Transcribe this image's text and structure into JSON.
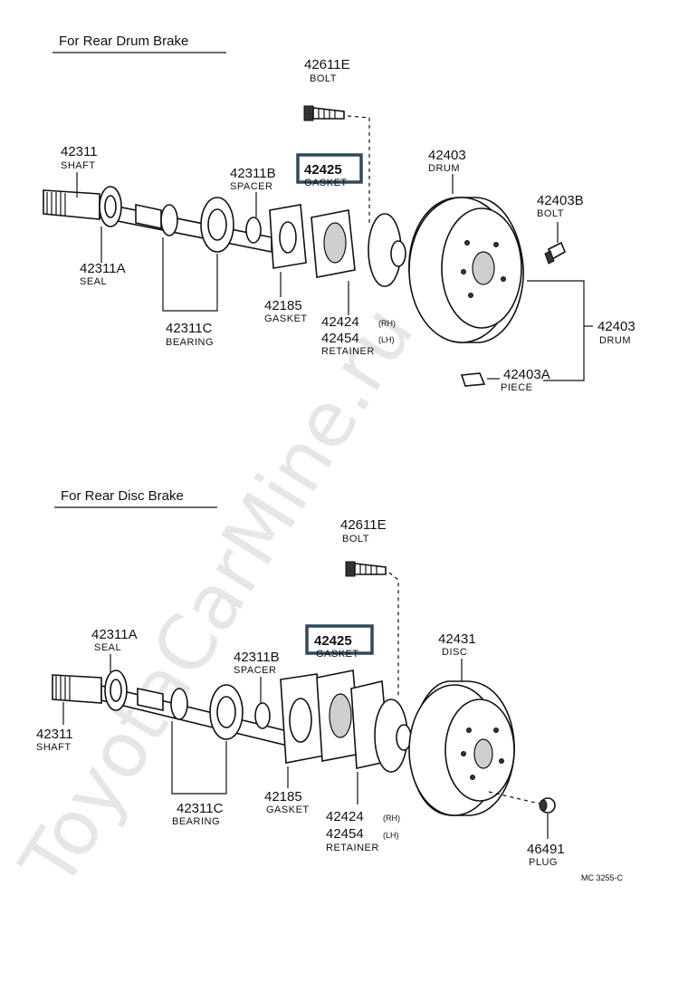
{
  "watermark": "ToyotaCarMine.ru",
  "figure_code": "MC 3255-C",
  "colors": {
    "highlight_box": "#2f4a5c",
    "ink": "#111111",
    "watermark": "#e6e6e6"
  },
  "drum_section": {
    "title": "For Rear Drum Brake",
    "callouts": {
      "bolt_top": {
        "number": "42611E",
        "name": "BOLT"
      },
      "shaft": {
        "number": "42311",
        "name": "SHAFT"
      },
      "spacer": {
        "number": "42311B",
        "name": "SPACER"
      },
      "gasket_hl": {
        "number": "42425",
        "name": "GASKET"
      },
      "drum_top": {
        "number": "42403",
        "name": "DRUM"
      },
      "bolt_right": {
        "number": "42403B",
        "name": "BOLT"
      },
      "seal": {
        "number": "42311A",
        "name": "SEAL"
      },
      "gasket": {
        "number": "42185",
        "name": "GASKET"
      },
      "retainer_rh": {
        "number": "42424",
        "side": "(RH)"
      },
      "retainer_lh": {
        "number": "42454",
        "side": "(LH)"
      },
      "retainer_name": "RETAINER",
      "bearing": {
        "number": "42311C",
        "name": "BEARING"
      },
      "drum_right": {
        "number": "42403",
        "name": "DRUM"
      },
      "piece": {
        "number": "42403A",
        "name": "PIECE"
      }
    }
  },
  "disc_section": {
    "title": "For Rear Disc Brake",
    "callouts": {
      "bolt_top": {
        "number": "42611E",
        "name": "BOLT"
      },
      "seal": {
        "number": "42311A",
        "name": "SEAL"
      },
      "spacer": {
        "number": "42311B",
        "name": "SPACER"
      },
      "gasket_hl": {
        "number": "42425",
        "name": "GASKET"
      },
      "disc": {
        "number": "42431",
        "name": "DISC"
      },
      "shaft": {
        "number": "42311",
        "name": "SHAFT"
      },
      "gasket": {
        "number": "42185",
        "name": "GASKET"
      },
      "bearing": {
        "number": "42311C",
        "name": "BEARING"
      },
      "retainer_rh": {
        "number": "42424",
        "side": "(RH)"
      },
      "retainer_lh": {
        "number": "42454",
        "side": "(LH)"
      },
      "retainer_name": "RETAINER",
      "plug": {
        "number": "46491",
        "name": "PLUG"
      }
    }
  }
}
